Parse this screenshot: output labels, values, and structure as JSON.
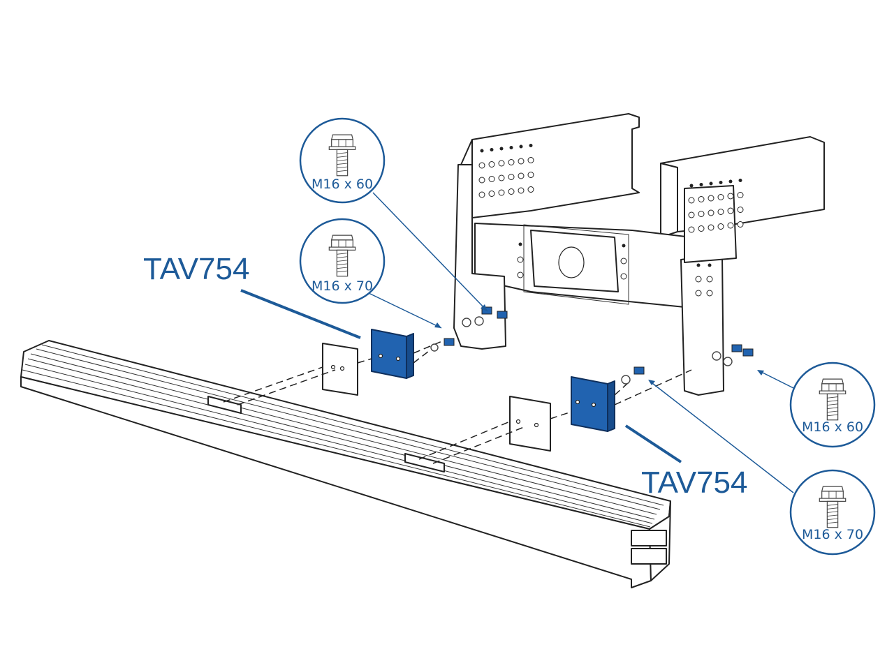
{
  "labels": {
    "part_left": "TAV754",
    "part_right": "TAV754"
  },
  "callouts": [
    {
      "id": "upper-left",
      "text": "M16 x 60"
    },
    {
      "id": "lower-left",
      "text": "M16 x 70"
    },
    {
      "id": "upper-right",
      "text": "M16 x 60"
    },
    {
      "id": "lower-right",
      "text": "M16 x 70"
    }
  ],
  "colors": {
    "accent": "#1d5a98",
    "pad": "#2163b0",
    "outline": "#222222"
  }
}
